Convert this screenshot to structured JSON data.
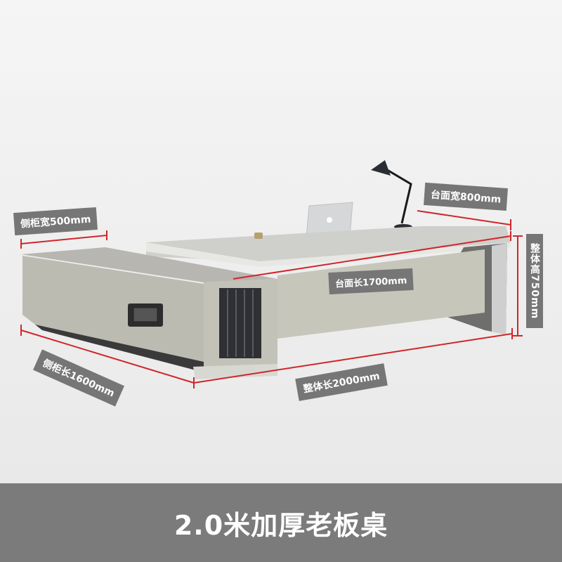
{
  "dimensions": {
    "side_cabinet_width": "侧柜宽500mm",
    "desktop_width": "台面宽800mm",
    "desktop_length": "台面长1700mm",
    "overall_height": "整体高750mm",
    "side_cabinet_length": "侧柜长1600mm",
    "overall_length": "整体长2000mm"
  },
  "banner": {
    "title": "2.0米加厚老板桌"
  },
  "colors": {
    "dimension_line": "#d0262b",
    "label_bg": "#767676",
    "banner_bg": "#7b7b7b"
  }
}
